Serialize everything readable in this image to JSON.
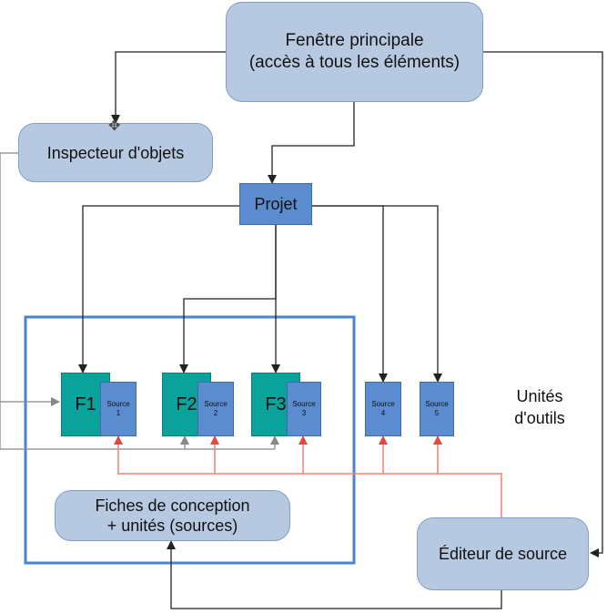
{
  "nodes": {
    "fenetre": "Fenêtre principale\n(accès à tous les éléments)",
    "inspecteur": "Inspecteur d'objets",
    "projet": "Projet",
    "fiches": "Fiches de conception\n+ unités (sources)",
    "editeur": "Éditeur de source",
    "unites": "Unités\nd'outils"
  },
  "forms": [
    "F1",
    "F2",
    "F3"
  ],
  "sources": [
    "Source\n1",
    "Source\n2",
    "Source\n3",
    "Source\n4",
    "Source\n5"
  ],
  "colors": {
    "box_fill": "#b6c9e1",
    "box_border": "#7f9fc6",
    "project_fill": "#5b8ccf",
    "form_fill": "#0aa29a",
    "group_border": "#4a86d0",
    "connector": "#222222",
    "red_connector": "#f08070"
  }
}
